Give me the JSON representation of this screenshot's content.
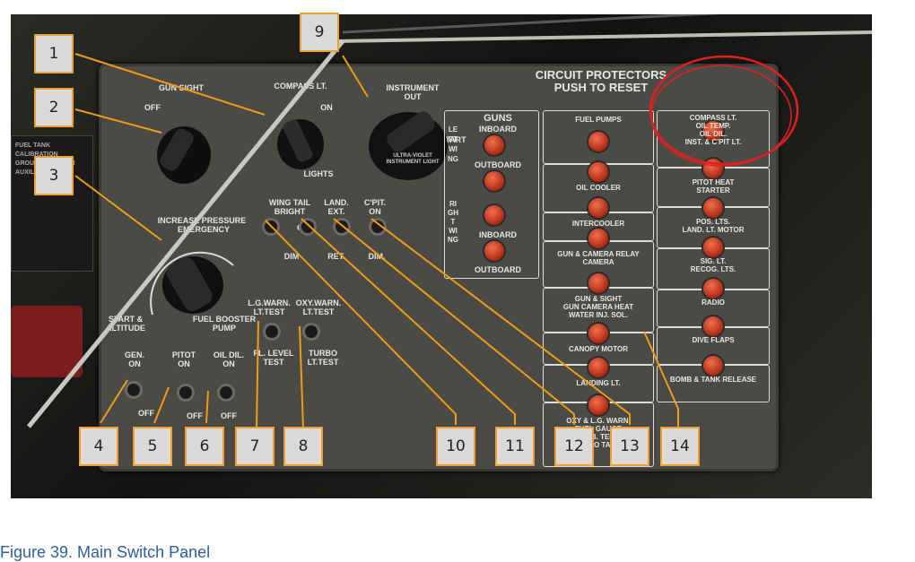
{
  "caption": "Figure 39. Main Switch Panel",
  "panel": {
    "header": "CIRCUIT PROTECTORS\nPUSH TO RESET",
    "knob_labels": {
      "gun_sight": "GUN SIGHT",
      "gun_sight_off": "OFF",
      "compass_lt": "COMPASS LT.",
      "compass_on": "ON",
      "instrument_out": "INSTRUMENT\nOUT",
      "instrument_start": "START",
      "instrument_light": "ULTRA-VIOLET\nINSTRUMENT LIGHT",
      "increase_pressure": "INCREASE PRESSURE",
      "emergency": "EMERGENCY",
      "start_altitude": "START &\nALTITUDE",
      "fuel_booster_pump": "FUEL BOOSTER\nPUMP",
      "lights": "LIGHTS"
    },
    "lights_switches": {
      "wing_tail": "WING TAIL\nBRIGHT",
      "land_ext": "LAND.\nEXT.",
      "cpit_on": "C'PIT.\nON",
      "off": "OFF",
      "dim": "DIM",
      "ret": "RET.",
      "dim2": "DIM."
    },
    "warn_switches": {
      "lg_warn": "L.G.WARN.\nLT.TEST",
      "oxy_warn": "OXY.WARN.\nLT.TEST",
      "fuel_level": "FL. LEVEL\nTEST",
      "turbo": "TURBO\nLT.TEST"
    },
    "bottom_switches": {
      "gen": "GEN.\nON",
      "pitot": "PITOT\nON",
      "oil_dil": "OIL DIL.\nON",
      "off": "OFF"
    },
    "guns": {
      "title": "GUNS",
      "left_wing": "LEFT WING",
      "right_wing": "RIGHT WING",
      "inboard": "INBOARD",
      "outboard": "OUTBOARD"
    },
    "col2": [
      "FUEL PUMPS",
      "OIL COOLER",
      "INTERCOOLER",
      "GUN & CAMERA RELAY\nCAMERA",
      "GUN & SIGHT\nGUN CAMERA HEAT\nWATER INJ. SOL.",
      "CANOPY MOTOR",
      "LANDING LT.",
      "OXY & L.G. WARN.\nFUEL GAUGE\nCARB. TEMP.\nTURBO TACH."
    ],
    "col3": [
      "COMPASS LT.\nOIL TEMP.\nOIL DIL.\nINST. & C'PIT LT.",
      "PITOT HEAT\nSTARTER",
      "POS. LTS.\nLAND. LT. MOTOR",
      "SIG. LT.\nRECOG. LTS.",
      "RADIO",
      "DIVE FLAPS",
      "BOMB & TANK RELEASE"
    ],
    "fuel_tank_card": "FUEL TANK CALIBRATION\nGROUND POSITION\nAUXILIARY"
  },
  "callouts": [
    "1",
    "2",
    "3",
    "4",
    "5",
    "6",
    "7",
    "8",
    "9",
    "10",
    "11",
    "12",
    "13",
    "14"
  ],
  "colors": {
    "callout_border": "#f0a030",
    "callout_fill": "#d9d9d9",
    "leader_line": "#f39c12",
    "highlight_circle": "#e02020",
    "caption": "#2e5fa3"
  }
}
